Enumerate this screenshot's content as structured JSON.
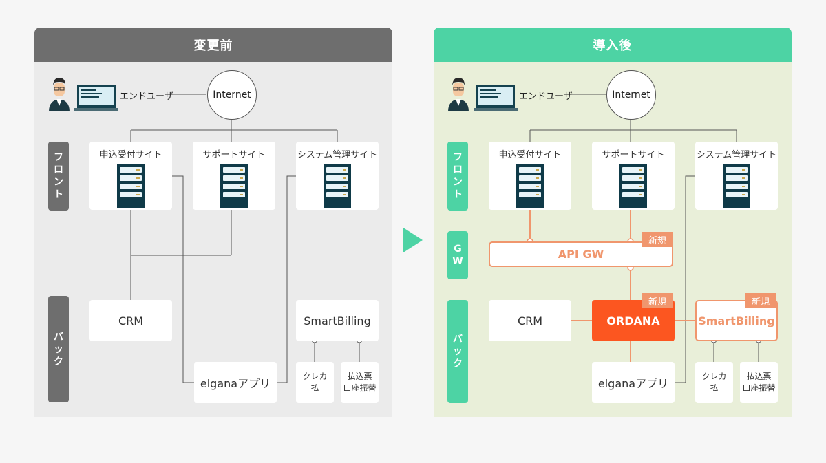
{
  "before": {
    "title": "変更前",
    "user_label": "エンドユーザ",
    "internet": "Internet",
    "tabs": {
      "front": [
        "フ",
        "ロ",
        "ン",
        "ト"
      ],
      "back": [
        "バ",
        "ッ",
        "ク"
      ]
    },
    "sites": [
      "申込受付サイト",
      "サポートサイト",
      "システム管理サイト"
    ],
    "crm": "CRM",
    "smartbilling": "SmartBilling",
    "elgana": "elganaアプリ",
    "credit": [
      "クレカ",
      "払"
    ],
    "transfer": [
      "払込票",
      "口座振替"
    ]
  },
  "after": {
    "title": "導入後",
    "user_label": "エンドユーザ",
    "internet": "Internet",
    "tabs": {
      "front": [
        "フ",
        "ロ",
        "ン",
        "ト"
      ],
      "gw": [
        "G",
        "W"
      ],
      "back": [
        "バ",
        "ッ",
        "ク"
      ]
    },
    "sites": [
      "申込受付サイト",
      "サポートサイト",
      "システム管理サイト"
    ],
    "api_gw": "API GW",
    "crm": "CRM",
    "ordana": "ORDANA",
    "smartbilling": "SmartBilling",
    "elgana": "elganaアプリ",
    "credit": [
      "クレカ",
      "払"
    ],
    "transfer": [
      "払込票",
      "口座振替"
    ],
    "new_badge": "新規"
  },
  "colors": {
    "before_header": "#6e6e6e",
    "after_header": "#4dd3a4",
    "new_accent": "#f0966d",
    "ordana": "#fc5620",
    "server": "#0f3a48"
  },
  "icons": [
    "person-icon",
    "laptop-icon",
    "server-icon",
    "arrow-right-icon"
  ]
}
